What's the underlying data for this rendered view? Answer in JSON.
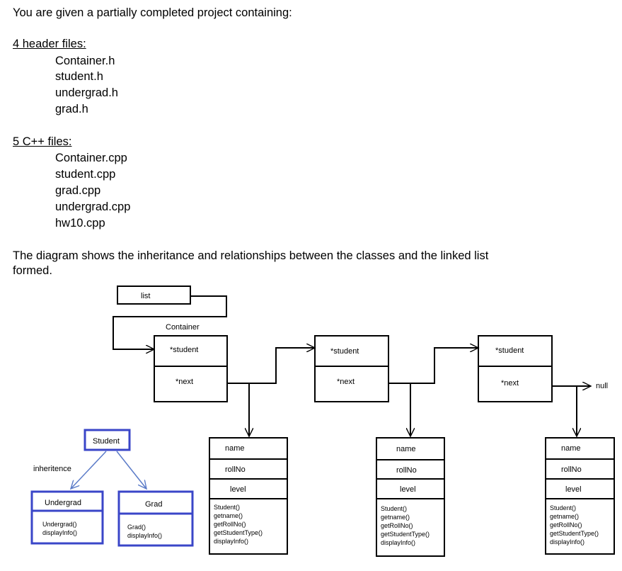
{
  "intro": "You are given a partially completed project containing:",
  "headers": {
    "title": "4 header files:",
    "files": [
      "Container.h",
      "student.h",
      "undergrad.h",
      "grad.h"
    ]
  },
  "cpp": {
    "title": "5 C++ files:",
    "files": [
      "Container.cpp",
      "student.cpp",
      "grad.cpp",
      "undergrad.cpp",
      "hw10.cpp"
    ]
  },
  "description_lines": [
    "The diagram shows the inheritance and relationships between the classes and the linked list",
    "formed."
  ],
  "diagram": {
    "list_label": "list",
    "container_label": "Container",
    "node_fields": [
      "*student",
      "*next"
    ],
    "null_label": "null",
    "student_fields": [
      "name",
      "rollNo",
      "level"
    ],
    "student_methods": [
      "Student()",
      "getname()",
      "getRollNo()",
      "getStudentType()",
      "displayInfo()"
    ],
    "inheritance_label": "inheritence",
    "base_class": "Student",
    "derived": [
      {
        "name": "Undergrad",
        "methods": [
          "Undergrad()",
          "displayInfo()"
        ]
      },
      {
        "name": "Grad",
        "methods": [
          "Grad()",
          "displayInfo()"
        ]
      }
    ],
    "class_box_color": "#3a46c8",
    "arrow_color": "#5b7bc8"
  }
}
